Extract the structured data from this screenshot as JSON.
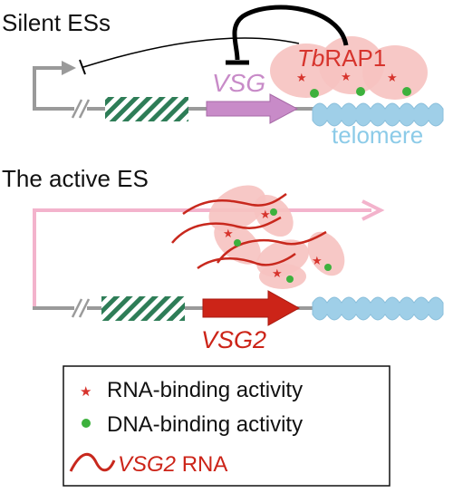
{
  "silent": {
    "heading": "Silent ESs",
    "protein_prefix": "Tb",
    "protein_suffix": "RAP1",
    "gene_label": "VSG",
    "telomere_label": "telomere"
  },
  "active": {
    "heading": "The active ES",
    "gene_label": "VSG2"
  },
  "legend": {
    "rna_binding": "RNA-binding activity",
    "dna_binding": "DNA-binding activity",
    "rna_italic": "VSG2",
    "rna_suffix": " RNA"
  },
  "colors": {
    "dna_line": "#9a9a9a",
    "stripe_green": "#2e7d57",
    "silent_vsg": "#c88bc8",
    "active_vsg": "#cc2418",
    "telomere": "#9fcfe8",
    "rap1_blob": "#f6c2c0",
    "rap1_label": "#d7342d",
    "rna": "#c8281d",
    "star": "#d7342d",
    "dot": "#3db13d",
    "transcript_arrow": "#f3b3cc",
    "repression": "#000000"
  }
}
